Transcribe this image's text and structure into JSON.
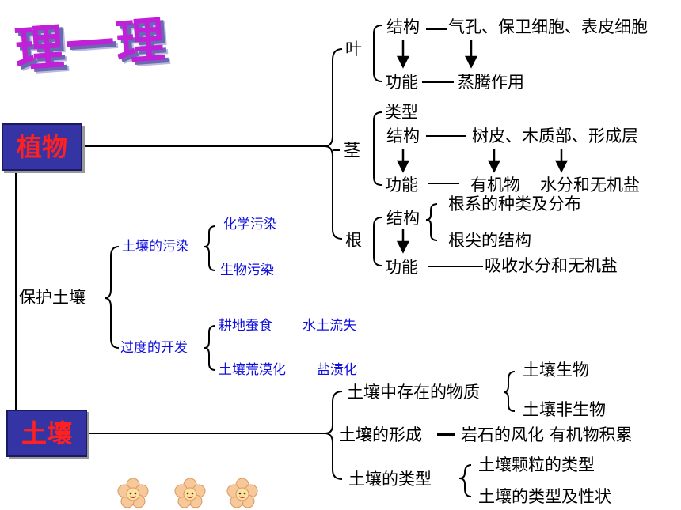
{
  "title": "理一理",
  "plant": {
    "label": "植物",
    "leaf": {
      "label": "叶",
      "structure": "结构",
      "structure_detail": "气孔、保卫细胞、表皮细胞",
      "function": "功能",
      "function_detail": "蒸腾作用"
    },
    "stem": {
      "label": "茎",
      "type": "类型",
      "structure": "结构",
      "structure_detail": "树皮、木质部、形成层",
      "function": "功能",
      "function_detail_1": "有机物",
      "function_detail_2": "水分和无机盐"
    },
    "root": {
      "label": "根",
      "structure": "结构",
      "structure_detail_1": "根系的种类及分布",
      "structure_detail_2": "根尖的结构",
      "function": "功能",
      "function_detail": "吸收水分和无机盐"
    }
  },
  "protect": {
    "label": "保护土壤",
    "pollution": {
      "label": "土壤的污染",
      "item1": "化学污染",
      "item2": "生物污染"
    },
    "overuse": {
      "label": "过度的开发",
      "item1a": "耕地蚕食",
      "item1b": "水土流失",
      "item2a": "土壤荒漠化",
      "item2b": "盐渍化"
    }
  },
  "soil": {
    "label": "土壤",
    "substances": {
      "label": "土壤中存在的物质",
      "item1": "土壤生物",
      "item2": "土壤非生物"
    },
    "formation": {
      "label": "土壤的形成",
      "detail": "岩石的风化 有机物积累"
    },
    "types": {
      "label": "土壤的类型",
      "item1": "土壤颗粒的类型",
      "item2": "土壤的类型及性状"
    }
  },
  "colors": {
    "box_fill": "#3434a4",
    "box_text": "#ff2020",
    "title": "#c020d8",
    "blue_text": "#1010dd",
    "flower": "#f7c89a"
  }
}
